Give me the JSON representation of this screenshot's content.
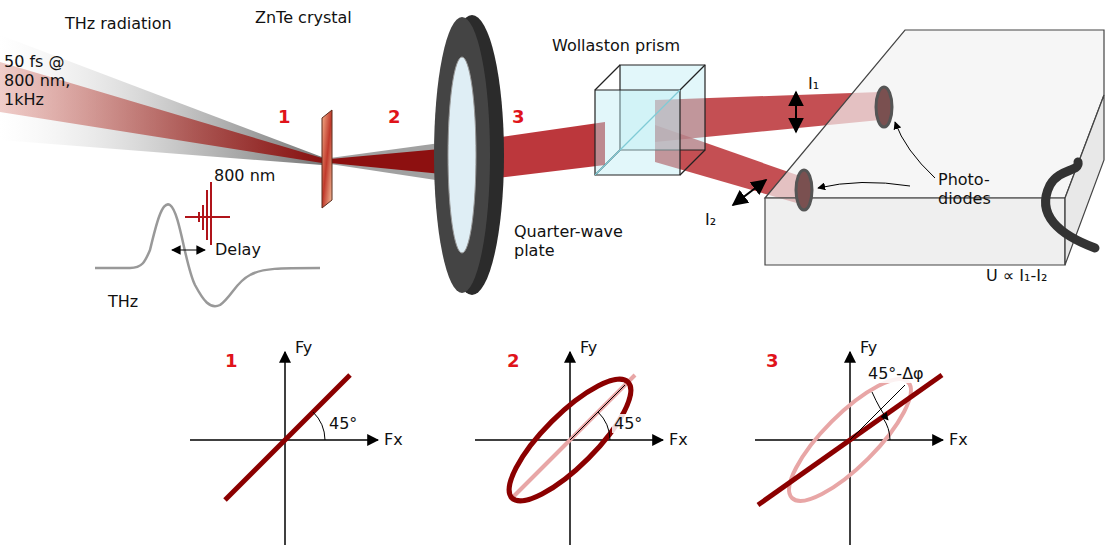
{
  "diagram": {
    "labels": [
      "THz radiation",
      "50 fs @ 800 nm, 1kHz",
      "800 nm",
      "Delay",
      "THz",
      "1",
      "ZnTe crystal",
      "2",
      "Quarter-wave plate",
      "3",
      "Wollaston prism",
      "I₁",
      "I₂",
      "Photo-diodes",
      "U ∝ I₁-I₂",
      "1",
      "Fy",
      "Fx",
      "45°",
      "2",
      "Fy",
      "Fx",
      "45°",
      "3",
      "Fy",
      "Fx",
      "45°-Δφ"
    ]
  }
}
